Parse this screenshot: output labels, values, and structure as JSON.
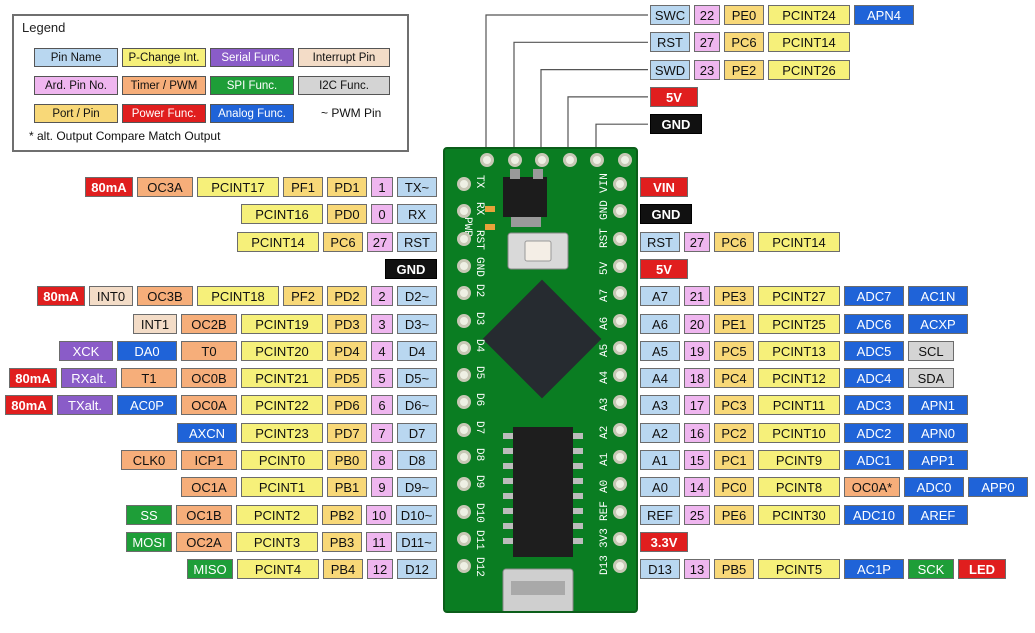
{
  "legend": {
    "title": "Legend",
    "items": [
      {
        "label": "Pin Name",
        "bg": "#b9d7f0",
        "fg": "#111111"
      },
      {
        "label": "P-Change Int.",
        "bg": "#f6f07a",
        "fg": "#111111"
      },
      {
        "label": "Serial Func.",
        "bg": "#8a5cc8",
        "fg": "#ffffff"
      },
      {
        "label": "Interrupt Pin",
        "bg": "#f3dcc7",
        "fg": "#111111"
      },
      {
        "label": "Ard. Pin No.",
        "bg": "#efb6ef",
        "fg": "#111111"
      },
      {
        "label": "Timer / PWM",
        "bg": "#f6ae7a",
        "fg": "#111111"
      },
      {
        "label": "SPI Func.",
        "bg": "#1e9e38",
        "fg": "#ffffff"
      },
      {
        "label": "I2C Func.",
        "bg": "#d4d4d4",
        "fg": "#111111"
      },
      {
        "label": "Port / Pin",
        "bg": "#f8d878",
        "fg": "#111111"
      },
      {
        "label": "Power Func.",
        "bg": "#e01e1e",
        "fg": "#ffffff"
      },
      {
        "label": "Analog Func.",
        "bg": "#1f63d8",
        "fg": "#ffffff"
      }
    ],
    "pwm_note": "~ PWM Pin",
    "note": "* alt. Output Compare Match Output"
  },
  "colors": {
    "pin": "#b9d7f0",
    "pcint": "#f6f07a",
    "serial": "#8a5cc8",
    "intr": "#f3dcc7",
    "ard": "#efb6ef",
    "timer": "#f6ae7a",
    "spi": "#1e9e38",
    "i2c": "#d4d4d4",
    "port": "#f8d878",
    "power": "#e01e1e",
    "analog": "#1f63d8",
    "black": "#111111"
  },
  "top_pins": [
    {
      "chips": [
        [
          "pin",
          "SWC"
        ],
        [
          "ard",
          "22"
        ],
        [
          "port",
          "PE0"
        ],
        [
          "pcint",
          "PCINT24"
        ],
        [
          "analog",
          "APN4"
        ]
      ]
    },
    {
      "chips": [
        [
          "pin",
          "RST"
        ],
        [
          "ard",
          "27"
        ],
        [
          "port",
          "PC6"
        ],
        [
          "pcint",
          "PCINT14"
        ]
      ]
    },
    {
      "chips": [
        [
          "pin",
          "SWD"
        ],
        [
          "ard",
          "23"
        ],
        [
          "port",
          "PE2"
        ],
        [
          "pcint",
          "PCINT26"
        ]
      ]
    },
    {
      "chips": [
        [
          "power",
          "5V"
        ]
      ]
    },
    {
      "chips": [
        [
          "black",
          "GND"
        ]
      ]
    }
  ],
  "left_rows": [
    {
      "chips": [
        [
          "power",
          "80mA"
        ],
        [
          "timer",
          "OC3A"
        ],
        [
          "pcint",
          "PCINT17"
        ],
        [
          "port",
          "PF1"
        ],
        [
          "port",
          "PD1"
        ],
        [
          "ard",
          "1"
        ],
        [
          "pin",
          "TX~"
        ]
      ]
    },
    {
      "chips": [
        [
          "pcint",
          "PCINT16"
        ],
        [
          "port",
          "PD0"
        ],
        [
          "ard",
          "0"
        ],
        [
          "pin",
          "RX"
        ]
      ]
    },
    {
      "chips": [
        [
          "pcint",
          "PCINT14"
        ],
        [
          "port",
          "PC6"
        ],
        [
          "ard",
          "27"
        ],
        [
          "pin",
          "RST"
        ]
      ]
    },
    {
      "chips": [
        [
          "black",
          "GND"
        ]
      ]
    },
    {
      "chips": [
        [
          "power",
          "80mA"
        ],
        [
          "intr",
          "INT0"
        ],
        [
          "timer",
          "OC3B"
        ],
        [
          "pcint",
          "PCINT18"
        ],
        [
          "port",
          "PF2"
        ],
        [
          "port",
          "PD2"
        ],
        [
          "ard",
          "2"
        ],
        [
          "pin",
          "D2~"
        ]
      ]
    },
    {
      "chips": [
        [
          "intr",
          "INT1"
        ],
        [
          "timer",
          "OC2B"
        ],
        [
          "pcint",
          "PCINT19"
        ],
        [
          "port",
          "PD3"
        ],
        [
          "ard",
          "3"
        ],
        [
          "pin",
          "D3~"
        ]
      ]
    },
    {
      "chips": [
        [
          "serial",
          "XCK"
        ],
        [
          "analog",
          "DA0"
        ],
        [
          "timer",
          "T0"
        ],
        [
          "pcint",
          "PCINT20"
        ],
        [
          "port",
          "PD4"
        ],
        [
          "ard",
          "4"
        ],
        [
          "pin",
          "D4"
        ]
      ]
    },
    {
      "chips": [
        [
          "power",
          "80mA"
        ],
        [
          "serial",
          "RXalt."
        ],
        [
          "timer",
          "T1"
        ],
        [
          "timer",
          "OC0B"
        ],
        [
          "pcint",
          "PCINT21"
        ],
        [
          "port",
          "PD5"
        ],
        [
          "ard",
          "5"
        ],
        [
          "pin",
          "D5~"
        ]
      ]
    },
    {
      "chips": [
        [
          "power",
          "80mA"
        ],
        [
          "serial",
          "TXalt."
        ],
        [
          "analog",
          "AC0P"
        ],
        [
          "timer",
          "OC0A"
        ],
        [
          "pcint",
          "PCINT22"
        ],
        [
          "port",
          "PD6"
        ],
        [
          "ard",
          "6"
        ],
        [
          "pin",
          "D6~"
        ]
      ]
    },
    {
      "chips": [
        [
          "analog",
          "AXCN"
        ],
        [
          "pcint",
          "PCINT23"
        ],
        [
          "port",
          "PD7"
        ],
        [
          "ard",
          "7"
        ],
        [
          "pin",
          "D7"
        ]
      ]
    },
    {
      "chips": [
        [
          "timer",
          "CLK0"
        ],
        [
          "timer",
          "ICP1"
        ],
        [
          "pcint",
          "PCINT0"
        ],
        [
          "port",
          "PB0"
        ],
        [
          "ard",
          "8"
        ],
        [
          "pin",
          "D8"
        ]
      ]
    },
    {
      "chips": [
        [
          "timer",
          "OC1A"
        ],
        [
          "pcint",
          "PCINT1"
        ],
        [
          "port",
          "PB1"
        ],
        [
          "ard",
          "9"
        ],
        [
          "pin",
          "D9~"
        ]
      ]
    },
    {
      "chips": [
        [
          "spi",
          "SS"
        ],
        [
          "timer",
          "OC1B"
        ],
        [
          "pcint",
          "PCINT2"
        ],
        [
          "port",
          "PB2"
        ],
        [
          "ard",
          "10"
        ],
        [
          "pin",
          "D10~"
        ]
      ]
    },
    {
      "chips": [
        [
          "spi",
          "MOSI"
        ],
        [
          "timer",
          "OC2A"
        ],
        [
          "pcint",
          "PCINT3"
        ],
        [
          "port",
          "PB3"
        ],
        [
          "ard",
          "11"
        ],
        [
          "pin",
          "D11~"
        ]
      ]
    },
    {
      "chips": [
        [
          "spi",
          "MISO"
        ],
        [
          "pcint",
          "PCINT4"
        ],
        [
          "port",
          "PB4"
        ],
        [
          "ard",
          "12"
        ],
        [
          "pin",
          "D12"
        ]
      ]
    }
  ],
  "right_rows": [
    {
      "chips": [
        [
          "power",
          "VIN"
        ]
      ]
    },
    {
      "chips": [
        [
          "black",
          "GND"
        ]
      ]
    },
    {
      "chips": [
        [
          "pin",
          "RST"
        ],
        [
          "ard",
          "27"
        ],
        [
          "port",
          "PC6"
        ],
        [
          "pcint",
          "PCINT14"
        ]
      ]
    },
    {
      "chips": [
        [
          "power",
          "5V"
        ]
      ]
    },
    {
      "chips": [
        [
          "pin",
          "A7"
        ],
        [
          "ard",
          "21"
        ],
        [
          "port",
          "PE3"
        ],
        [
          "pcint",
          "PCINT27"
        ],
        [
          "analog",
          "ADC7"
        ],
        [
          "analog",
          "AC1N"
        ]
      ]
    },
    {
      "chips": [
        [
          "pin",
          "A6"
        ],
        [
          "ard",
          "20"
        ],
        [
          "port",
          "PE1"
        ],
        [
          "pcint",
          "PCINT25"
        ],
        [
          "analog",
          "ADC6"
        ],
        [
          "analog",
          "ACXP"
        ]
      ]
    },
    {
      "chips": [
        [
          "pin",
          "A5"
        ],
        [
          "ard",
          "19"
        ],
        [
          "port",
          "PC5"
        ],
        [
          "pcint",
          "PCINT13"
        ],
        [
          "analog",
          "ADC5"
        ],
        [
          "i2c",
          "SCL"
        ]
      ]
    },
    {
      "chips": [
        [
          "pin",
          "A4"
        ],
        [
          "ard",
          "18"
        ],
        [
          "port",
          "PC4"
        ],
        [
          "pcint",
          "PCINT12"
        ],
        [
          "analog",
          "ADC4"
        ],
        [
          "i2c",
          "SDA"
        ]
      ]
    },
    {
      "chips": [
        [
          "pin",
          "A3"
        ],
        [
          "ard",
          "17"
        ],
        [
          "port",
          "PC3"
        ],
        [
          "pcint",
          "PCINT11"
        ],
        [
          "analog",
          "ADC3"
        ],
        [
          "analog",
          "APN1"
        ]
      ]
    },
    {
      "chips": [
        [
          "pin",
          "A2"
        ],
        [
          "ard",
          "16"
        ],
        [
          "port",
          "PC2"
        ],
        [
          "pcint",
          "PCINT10"
        ],
        [
          "analog",
          "ADC2"
        ],
        [
          "analog",
          "APN0"
        ]
      ]
    },
    {
      "chips": [
        [
          "pin",
          "A1"
        ],
        [
          "ard",
          "15"
        ],
        [
          "port",
          "PC1"
        ],
        [
          "pcint",
          "PCINT9"
        ],
        [
          "analog",
          "ADC1"
        ],
        [
          "analog",
          "APP1"
        ]
      ]
    },
    {
      "chips": [
        [
          "pin",
          "A0"
        ],
        [
          "ard",
          "14"
        ],
        [
          "port",
          "PC0"
        ],
        [
          "pcint",
          "PCINT8"
        ],
        [
          "timer",
          "OC0A*"
        ],
        [
          "analog",
          "ADC0"
        ],
        [
          "analog",
          "APP0"
        ]
      ]
    },
    {
      "chips": [
        [
          "pin",
          "REF"
        ],
        [
          "ard",
          "25"
        ],
        [
          "port",
          "PE6"
        ],
        [
          "pcint",
          "PCINT30"
        ],
        [
          "analog",
          "ADC10"
        ],
        [
          "analog",
          "AREF"
        ]
      ]
    },
    {
      "chips": [
        [
          "power",
          "3.3V"
        ]
      ]
    },
    {
      "chips": [
        [
          "pin",
          "D13"
        ],
        [
          "ard",
          "13"
        ],
        [
          "port",
          "PB5"
        ],
        [
          "pcint",
          "PCINT5"
        ],
        [
          "analog",
          "AC1P"
        ],
        [
          "spi",
          "SCK"
        ],
        [
          "power",
          "LED"
        ]
      ]
    }
  ],
  "board": {
    "left_silk": [
      "TX",
      "RX",
      "RST",
      "GND",
      "D2",
      "D3",
      "D4",
      "D5",
      "D6",
      "D7",
      "D8",
      "D9",
      "D10",
      "D11",
      "D12"
    ],
    "right_silk": [
      "VIN",
      "GND",
      "RST",
      "5V",
      "A7",
      "A6",
      "A5",
      "A4",
      "A3",
      "A2",
      "A1",
      "A0",
      "REF",
      "3V3",
      "D13"
    ],
    "pwr_label": "PWR"
  }
}
